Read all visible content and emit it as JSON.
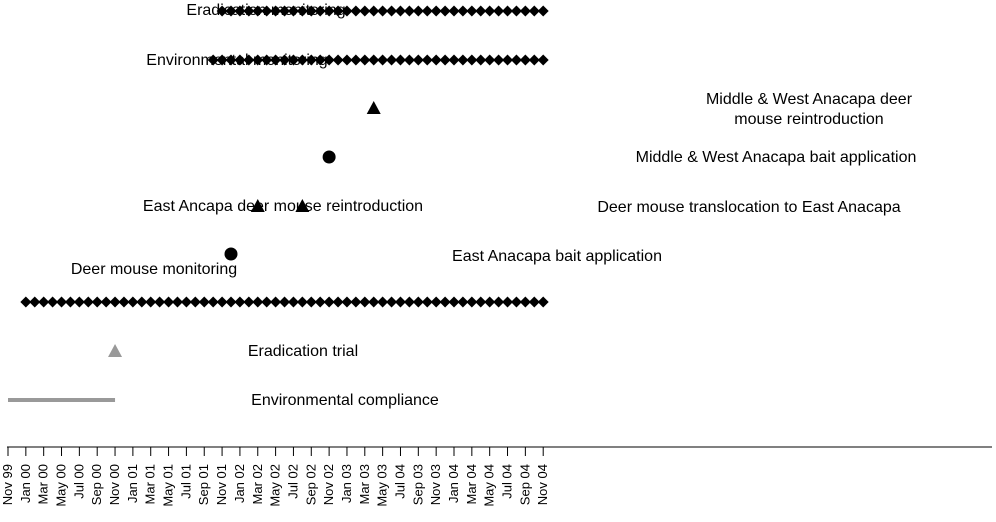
{
  "chart_data": {
    "type": "timeline",
    "x_axis": {
      "ticks": [
        "Nov 99",
        "Jan 00",
        "Mar 00",
        "May 00",
        "Jul 00",
        "Sep 00",
        "Nov 00",
        "Jan 01",
        "Mar 01",
        "May 01",
        "Jul 01",
        "Sep 01",
        "Nov 01",
        "Jan 02",
        "Mar 02",
        "May 02",
        "Jul 02",
        "Sep 02",
        "Nov 02",
        "Jan 03",
        "Mar 03",
        "May 03",
        "Jul 03",
        "Sep 03",
        "Nov 03",
        "Jan 04",
        "Mar 04",
        "May 04",
        "Jul 04",
        "Sep 04",
        "Nov 04"
      ],
      "tick_labels": [
        "Nov 99",
        "Jan 00",
        "Mar 00",
        "May 00",
        "Jul 00",
        "Sep 00",
        "Nov 00",
        "Jan 01",
        "Mar 01",
        "May 01",
        "Jul 01",
        "Sep 01",
        "Nov 01",
        "Jan 02",
        "Mar 02",
        "May 02",
        "Jul 02",
        "Sep 02",
        "Nov 02",
        "Jan 03",
        "Mar 03",
        "May 03",
        "Jul 04",
        "Sep 03",
        "Nov 03",
        "Jan 04",
        "Mar 04",
        "May 04",
        "Jul 04",
        "Sep 04",
        "Nov 04"
      ]
    },
    "activities": [
      {
        "label": "Eradication monitoring",
        "marker": "diamond",
        "color": "#000000",
        "start": "Nov 01",
        "end": "Nov 04",
        "interval_months": 1
      },
      {
        "label": "Environmental monitoring",
        "marker": "diamond",
        "color": "#000000",
        "start": "Oct 01",
        "end": "Nov 04",
        "interval_months": 1
      },
      {
        "label": "Middle & West Anacapa deer mouse reintroduction",
        "marker": "triangle",
        "color": "#000000",
        "date": "Apr 03"
      },
      {
        "label": "Middle & West Anacapa bait application",
        "marker": "circle",
        "color": "#000000",
        "date": "Nov 02"
      },
      {
        "label": "East Ancapa deer mouse reintroduction",
        "marker": "triangle",
        "color": "#000000",
        "date": "Mar 02"
      },
      {
        "label": "Deer mouse translocation to East Anacapa",
        "marker": "triangle",
        "color": "#000000",
        "date": "Aug 02"
      },
      {
        "label": "East Anacapa bait application",
        "marker": "circle",
        "color": "#000000",
        "date": "Dec 01"
      },
      {
        "label": "Deer mouse monitoring",
        "marker": "diamond",
        "color": "#000000",
        "start": "Jan 00",
        "end": "Nov 04",
        "interval_months": 1
      },
      {
        "label": "Eradication trial",
        "marker": "triangle",
        "color": "#999999",
        "date": "Nov 00"
      },
      {
        "label": "Environmental compliance",
        "marker": "line",
        "color": "#999999",
        "start": "Nov 99",
        "end": "Nov 00"
      }
    ]
  }
}
